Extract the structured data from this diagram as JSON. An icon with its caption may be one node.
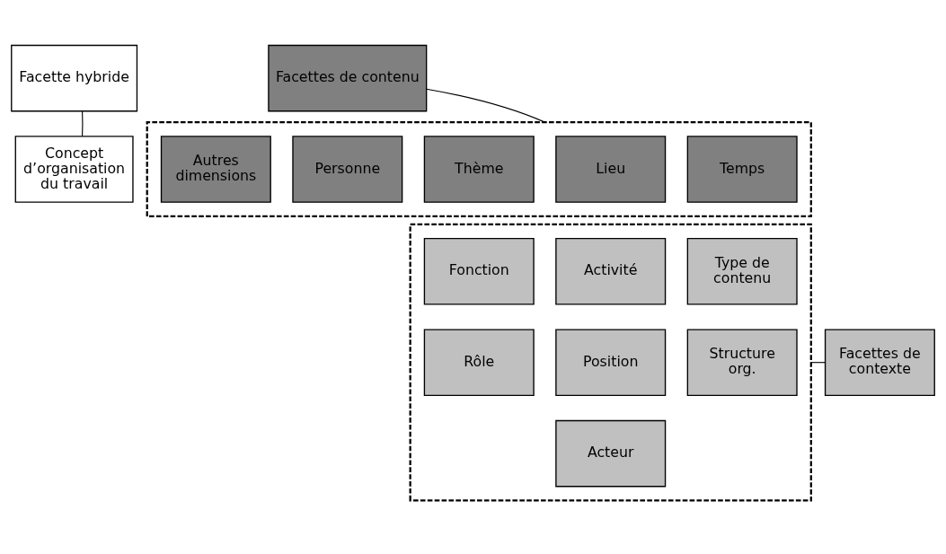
{
  "diagram": {
    "nodes": [
      {
        "text": [
          "Facette hybride"
        ]
      },
      {
        "text": [
          "Concept d’organisation du travail"
        ]
      },
      {
        "text": [
          "Facettes de contenu"
        ]
      },
      {
        "text": [],
        "shape": "box"
      },
      {
        "text": [
          "Lieu"
        ],
        "in": 3
      },
      {
        "text": [
          "Temps"
        ],
        "in": 3
      },
      {
        "text": [
          "Thème"
        ],
        "in": 3
      },
      {
        "text": [
          "Personne"
        ],
        "in": 3
      },
      {
        "text": [
          "Autres dimensions"
        ],
        "in": 3
      },
      {
        "text": [],
        "shape": "box"
      },
      {
        "text": [
          "Fonction"
        ],
        "in": 9
      },
      {
        "text": [
          "Activité"
        ],
        "in": 9
      },
      {
        "text": [
          "Type de contenu"
        ],
        "in": 9
      },
      {
        "text": [
          "Rôle"
        ],
        "in": 9
      },
      {
        "text": [
          "Position"
        ],
        "in": 9
      },
      {
        "text": [
          "Structure org."
        ],
        "in": 9
      },
      {
        "text": [
          "Acteur"
        ],
        "in": 9
      },
      {
        "text": [
          "Facettes de contexte"
        ]
      }
    ],
    "edges": [
      {
        "from": 0,
        "to": 1,
        "arrow": "none"
      },
      {
        "from": 2,
        "to": 3,
        "arrow": "none"
      },
      {
        "from": 17,
        "to": 9,
        "arrow": "none"
      }
    ]
  }
}
